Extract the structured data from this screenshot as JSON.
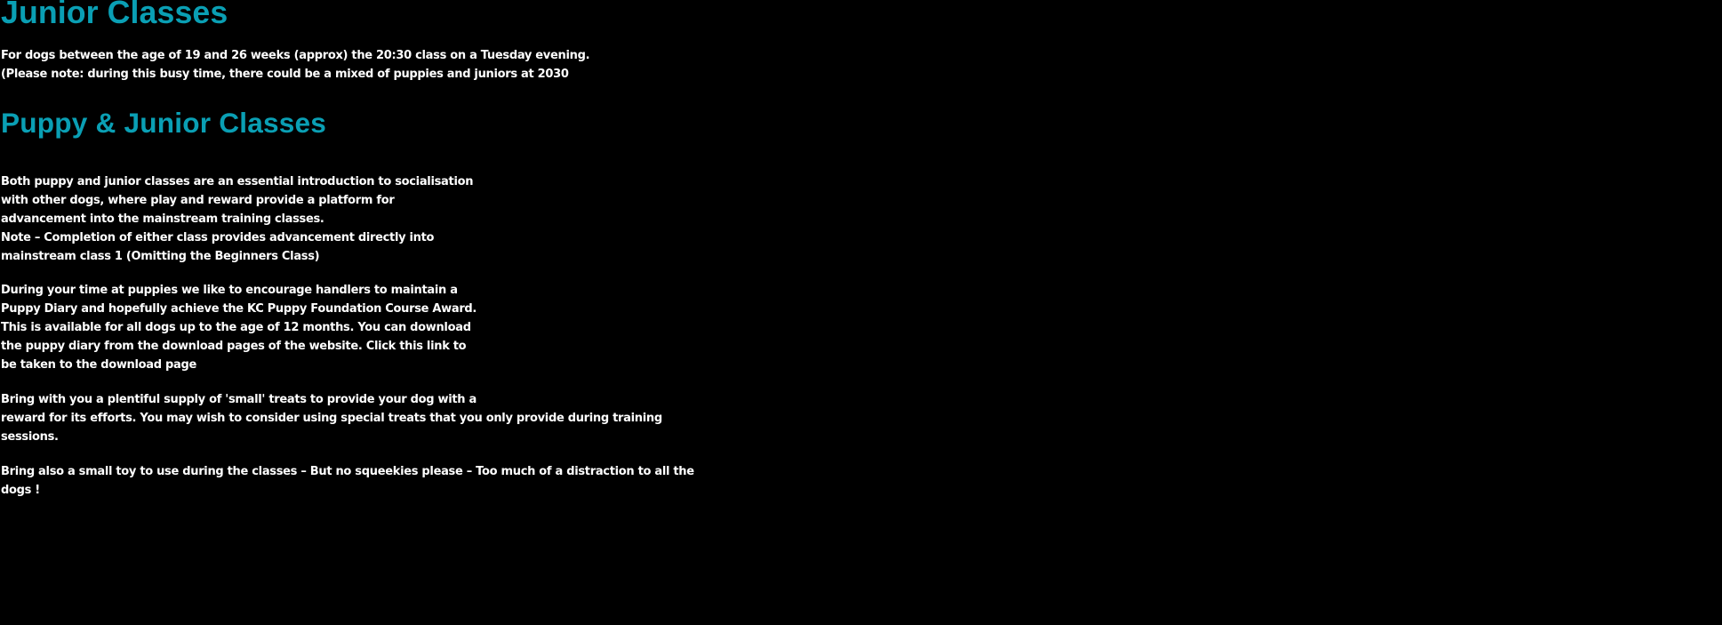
{
  "page": {
    "background_color": "#000000",
    "heading_color": "#0a9fb4",
    "text_color": "#ffffff"
  },
  "content": {
    "heading1": "Junior Classes",
    "para1": {
      "lines": [
        "For dogs between the age of 19 and 26 weeks (approx) the 20:30 class on a Tuesday evening.",
        "(Please note: during this busy time, there could be a mixed of puppies and juniors at 2030"
      ]
    },
    "heading2": "Puppy & Junior Classes",
    "para2": {
      "lines": [
        "Both puppy and junior classes are an essential introduction to socialisation",
        "with other dogs, where play and reward provide a platform for",
        "advancement into the mainstream training classes.",
        "Note – Completion of either class provides advancement directly into",
        "mainstream class 1 (Omitting the Beginners Class)"
      ]
    },
    "para3": {
      "lines": [
        "During your time at puppies we like to encourage handlers to maintain a",
        "Puppy Diary and hopefully achieve the KC Puppy Foundation Course Award.",
        "This is available for all dogs up to the age of 12 months. You can download",
        "the puppy diary from the download pages of the website. Click this link to",
        "be taken to the download page"
      ]
    },
    "para4": {
      "lines": [
        "Bring with you a plentiful supply of 'small' treats to provide your dog with a",
        "reward for its efforts. You may wish to consider using special treats that you only provide during training",
        "sessions."
      ]
    },
    "para5": {
      "lines": [
        "Bring also a small toy to use during the classes – But no squeekies please – Too much of a distraction to all the",
        "dogs !"
      ]
    }
  }
}
